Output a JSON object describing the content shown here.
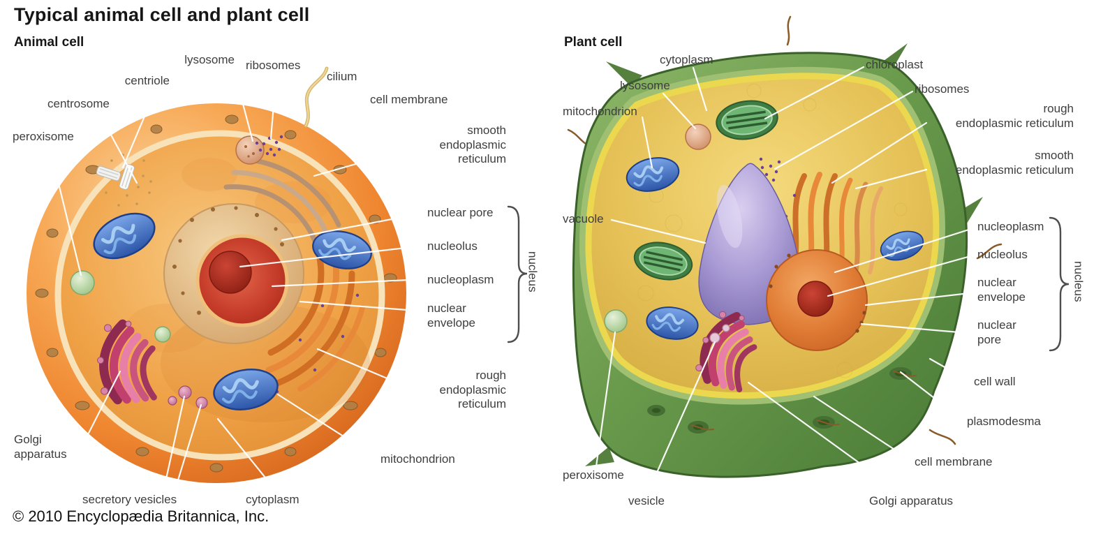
{
  "title": "Typical animal cell and plant cell",
  "copyright": "© 2010 Encyclopædia Britannica, Inc.",
  "colors": {
    "animal_membrane": "#ef8630",
    "animal_cytoplasm": "#f0a247",
    "nucleus_envelope_tan": "#e8c79a",
    "nucleoplasm_red": "#c33a28",
    "mitochondrion_blue": "#2d55a8",
    "golgi_pink": "#c2406e",
    "plant_wall_green": "#6a9a4c",
    "plant_cytoplasm_yellow": "#e6c258",
    "plant_membrane_yellow": "#ecd84e",
    "vacuole_purple": "#a99bd4",
    "chloroplast_green": "#3f7d43",
    "leader_line": "#ffffff",
    "label_text": "#3e3e3e"
  },
  "animal": {
    "heading": "Animal cell",
    "labels": {
      "lysosome": "lysosome",
      "ribosomes": "ribosomes",
      "cilium": "cilium",
      "centriole": "centriole",
      "centrosome": "centrosome",
      "peroxisome": "peroxisome",
      "cell_membrane": "cell membrane",
      "smooth_er": "smooth\nendoplasmic\nreticulum",
      "nuclear_pore": "nuclear pore",
      "nucleolus": "nucleolus",
      "nucleoplasm": "nucleoplasm",
      "nuclear_envelope": "nuclear\nenvelope",
      "nucleus": "nucleus",
      "rough_er": "rough\nendoplasmic\nreticulum",
      "mitochondrion": "mitochondrion",
      "golgi": "Golgi\napparatus",
      "secretory_vesicles": "secretory vesicles",
      "cytoplasm": "cytoplasm"
    }
  },
  "plant": {
    "heading": "Plant cell",
    "labels": {
      "cytoplasm": "cytoplasm",
      "chloroplast": "chloroplast",
      "lysosome": "lysosome",
      "ribosomes": "ribosomes",
      "mitochondrion": "mitochondrion",
      "rough_er": "rough\nendoplasmic reticulum",
      "smooth_er": "smooth\nendoplasmic reticulum",
      "vacuole": "vacuole",
      "nucleoplasm": "nucleoplasm",
      "nucleolus": "nucleolus",
      "nuclear_envelope": "nuclear\nenvelope",
      "nuclear_pore": "nuclear\npore",
      "nucleus": "nucleus",
      "cell_wall": "cell wall",
      "plasmodesma": "plasmodesma",
      "cell_membrane": "cell membrane",
      "peroxisome": "peroxisome",
      "vesicle": "vesicle",
      "golgi": "Golgi apparatus"
    }
  }
}
